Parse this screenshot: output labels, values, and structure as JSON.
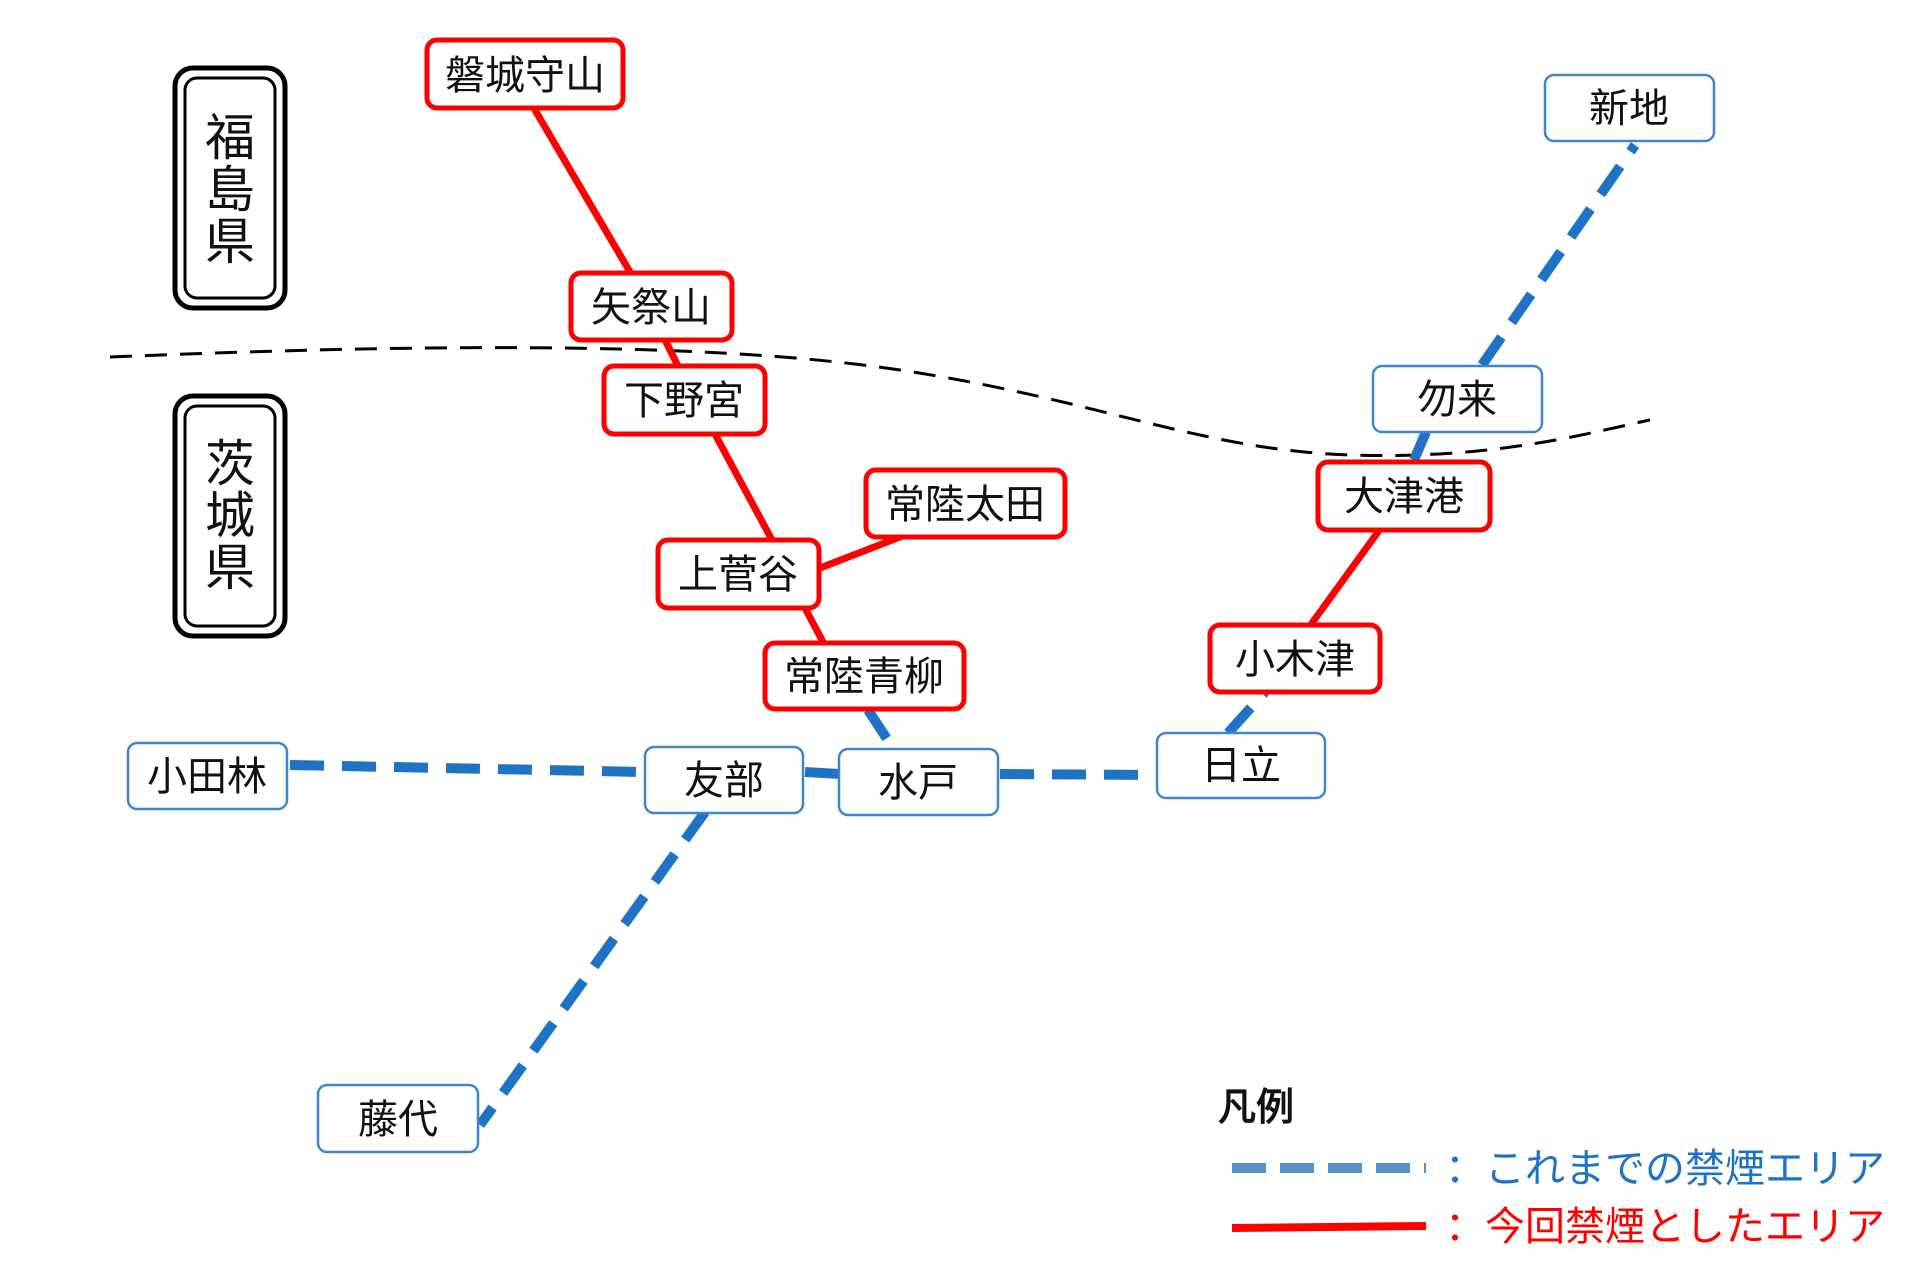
{
  "colors": {
    "previous": "#1f73c4",
    "previous_box": "#3d86cc",
    "new": "#ff0000",
    "border": "#000000"
  },
  "prefectures": {
    "fukushima": "福島県",
    "ibaraki": "茨城県"
  },
  "stations": {
    "iwakiuriyama": "磐城守山",
    "yamatsuri": "矢祭山",
    "shimonomiya": "下野宮",
    "hitachiota": "常陸太田",
    "kamisugaya": "上菅谷",
    "hitachiaoyagi": "常陸青柳",
    "mito": "水戸",
    "tomobe": "友部",
    "oyamarin": "小田林",
    "fujishiro": "藤代",
    "hitachi": "日立",
    "ogitsu": "小木津",
    "otsuko": "大津港",
    "nakoso": "勿来",
    "shinchi": "新地"
  },
  "legend": {
    "title": "凡例",
    "previous_label": "：これまでの禁煙エリア",
    "new_label": "：今回禁煙としたエリア"
  }
}
